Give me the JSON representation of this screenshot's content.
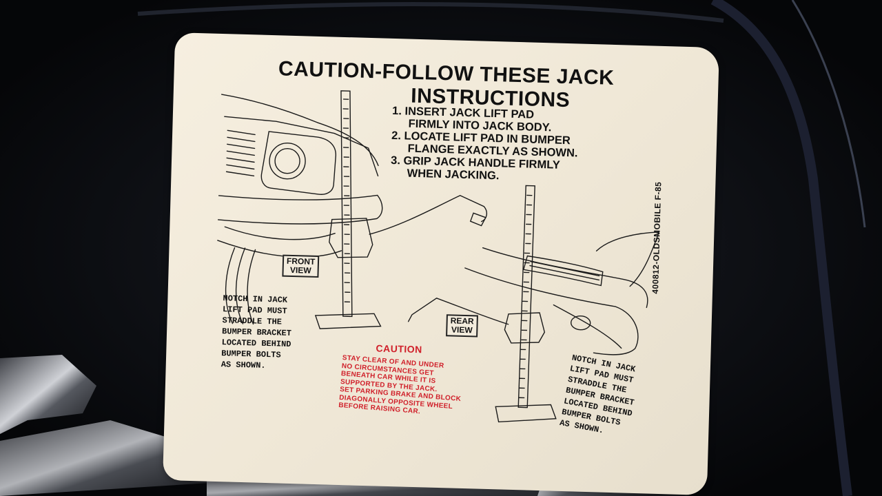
{
  "decal": {
    "title_line1": "CAUTION-FOLLOW THESE JACK",
    "title_line2": "INSTRUCTIONS",
    "steps": [
      "1. INSERT JACK LIFT PAD",
      "FIRMLY INTO JACK BODY.",
      "2. LOCATE LIFT PAD IN BUMPER",
      "FLANGE EXACTLY AS SHOWN.",
      "3. GRIP JACK HANDLE FIRMLY",
      "WHEN JACKING."
    ],
    "front_view_label": "FRONT\nVIEW",
    "rear_view_label": "REAR\nVIEW",
    "notch_left": "NOTCH IN JACK\nLIFT PAD MUST\nSTRADDLE THE\nBUMPER BRACKET\nLOCATED BEHIND\nBUMPER BOLTS\nAS SHOWN.",
    "notch_right": "NOTCH IN JACK\nLIFT PAD MUST\nSTRADDLE THE\nBUMPER BRACKET\nLOCATED BEHIND\nBUMPER BOLTS\nAS SHOWN.",
    "caution_heading": "CAUTION",
    "caution_text": "STAY CLEAR OF AND UNDER\nNO CIRCUMSTANCES GET\nBENEATH CAR WHILE IT IS\nSUPPORTED BY THE JACK.\nSET PARKING BRAKE AND BLOCK\nDIAGONALLY OPPOSITE WHEEL\nBEFORE RAISING CAR.",
    "part_number": "400812-OLDSMOBILE F-85"
  },
  "colors": {
    "decal": "#f3ecdd",
    "ink": "#111111",
    "caution_red": "#d0202a",
    "background": "#07080b"
  }
}
